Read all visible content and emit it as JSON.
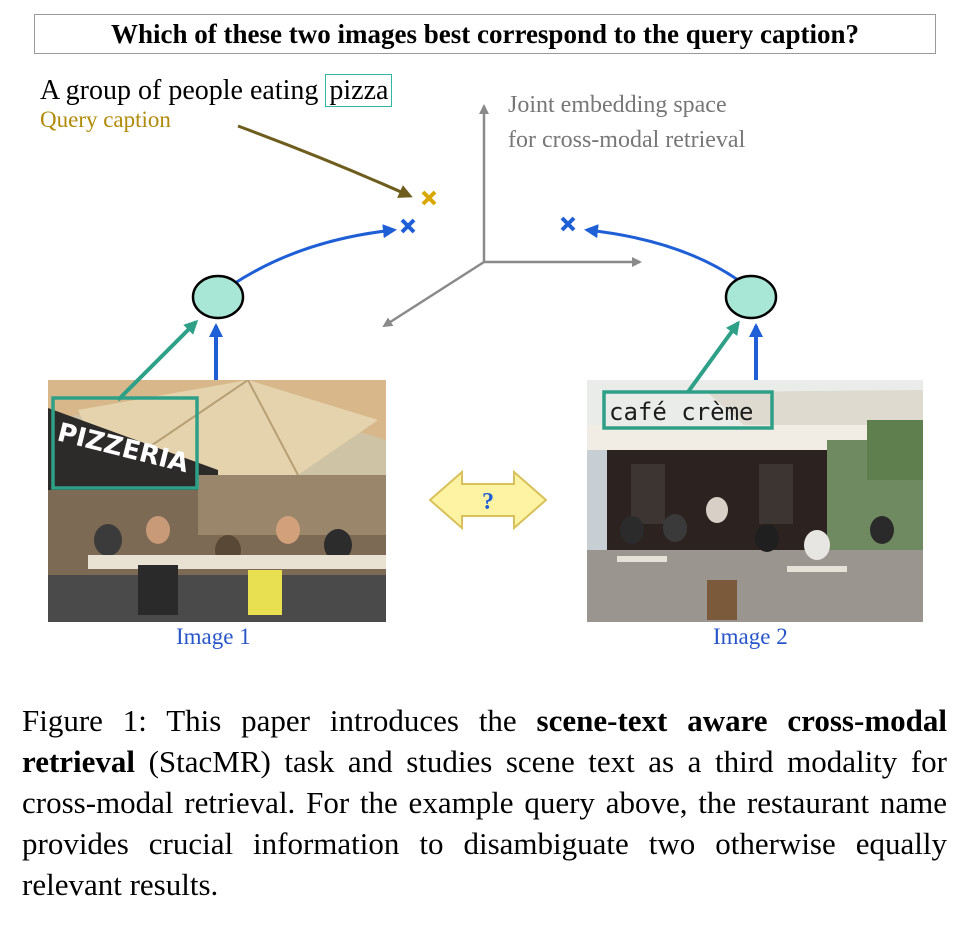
{
  "header": {
    "question": "Which of these two images best correspond to the query caption?"
  },
  "query": {
    "caption_prefix": "A group of people eating ",
    "highlight_word": "pizza",
    "label": "Query caption"
  },
  "embedding_space": {
    "label_line_1": "Joint embedding space",
    "label_line_2": "for cross-modal retrieval"
  },
  "images": [
    {
      "label": "Image 1",
      "scene_text": "PIZZERIA"
    },
    {
      "label": "Image 2",
      "scene_text": "café crème"
    }
  ],
  "comparison": {
    "symbol": "?"
  },
  "figure_caption": {
    "prefix": "Figure 1: This paper introduces the ",
    "bold_term": "scene-text aware cross-modal retrieval",
    "middle": " (StacMR) task and studies scene text as a third modality for cross-modal retrieval. For the example query above, the restaurant name provides crucial information to disambiguate two otherwise equally relevant results."
  },
  "colors": {
    "teal": "#2fa088",
    "node_fill": "#a8e6d6",
    "blue_arrow": "#1f5fd6",
    "query_arrow": "#6f5d1e",
    "query_marker": "#d9a800",
    "axis_gray": "#8a8a8a",
    "double_arrow_fill": "#fdf3a3",
    "double_arrow_stroke": "#d8c05a"
  }
}
